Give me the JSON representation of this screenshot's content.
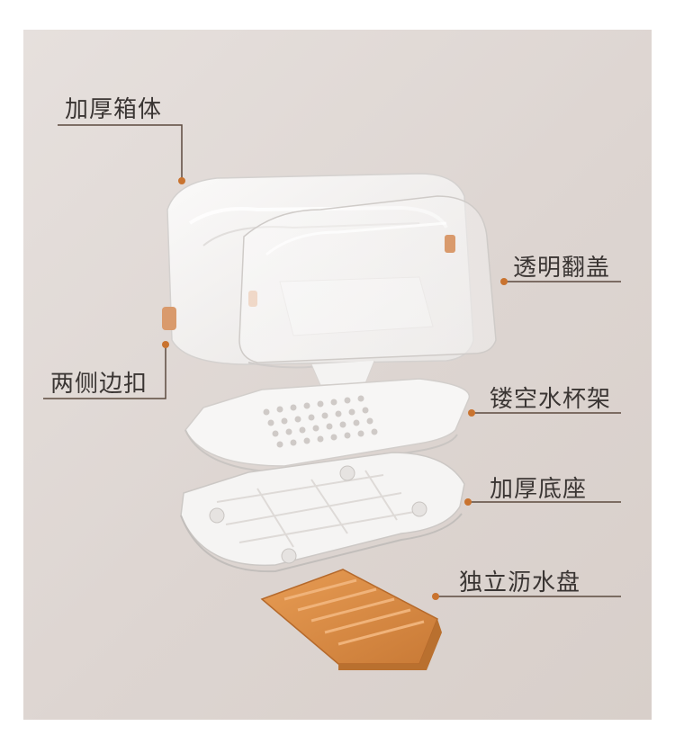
{
  "labels": {
    "thick_box": "加厚箱体",
    "transparent_lid": "透明翻盖",
    "side_clips": "两侧边扣",
    "hollow_cup_rack": "镂空水杯架",
    "thick_base": "加厚底座",
    "drain_tray": "独立沥水盘"
  },
  "colors": {
    "background": "#e2dbd7",
    "callout_line": "#5c4a3f",
    "callout_dot": "#c9732f",
    "tray_orange": "#d9893f"
  }
}
